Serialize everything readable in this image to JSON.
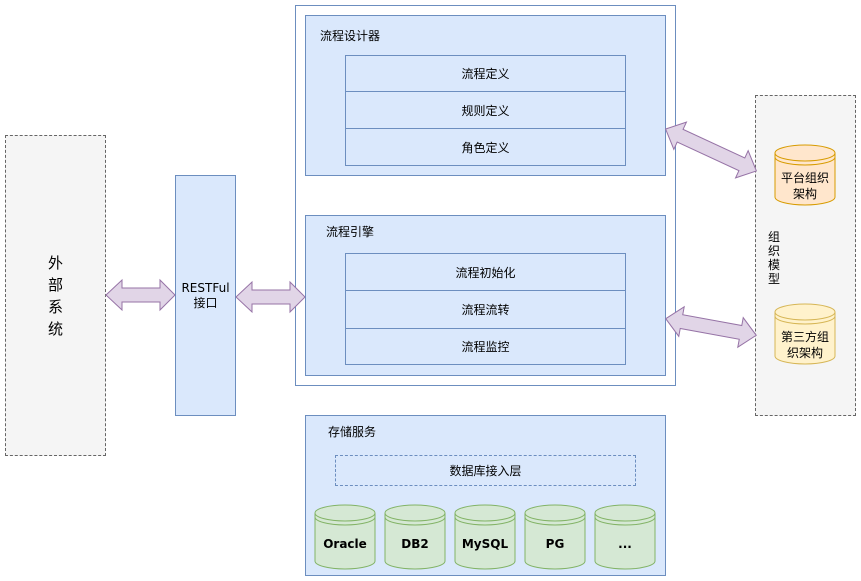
{
  "external_system": {
    "label": [
      "外",
      "部",
      "系",
      "统"
    ]
  },
  "restful": {
    "line1": "RESTFul",
    "line2": "接口"
  },
  "designer": {
    "title": "流程设计器",
    "items": [
      "流程定义",
      "规则定义",
      "角色定义"
    ]
  },
  "engine": {
    "title": "流程引擎",
    "items": [
      "流程初始化",
      "流程流转",
      "流程监控"
    ]
  },
  "storage": {
    "title": "存储服务",
    "access_layer": "数据库接入层",
    "databases": [
      "Oracle",
      "DB2",
      "MySQL",
      "PG",
      "..."
    ]
  },
  "org_model": {
    "label": [
      "组",
      "织",
      "模",
      "型"
    ],
    "platform": {
      "line1": "平台组织",
      "line2": "架构"
    },
    "third_party": {
      "line1": "第三方组",
      "line2": "织架构"
    }
  },
  "colors": {
    "blue_fill": "#dae8fc",
    "blue_stroke": "#6c8ebf",
    "green_fill": "#d5e8d4",
    "green_stroke": "#82b366",
    "yellow_fill": "#fff2cc",
    "yellow_stroke": "#d6b656",
    "arrow_fill": "#e1d5e7",
    "arrow_stroke": "#9673a6"
  }
}
